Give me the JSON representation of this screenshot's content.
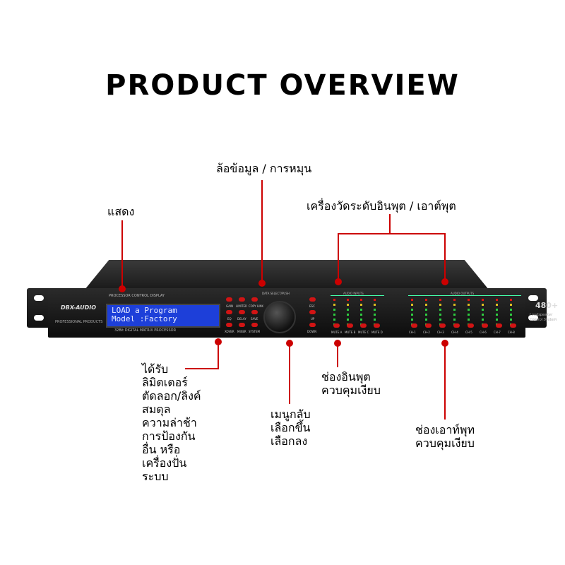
{
  "title": "PRODUCT OVERVIEW",
  "labels": {
    "display": "แสดง",
    "data_wheel": "ล้อข้อมูล / การหมุน",
    "meters": "เครื่องวัดระดับอินพุต / เอาต์พุต",
    "functions": "ได้รับ\nลิมิตเตอร์\nตัดลอก/ลิงค์\nสมดุล\nความล่าช้า\nการป้องกัน\nอื่น หรือ\nเครื่องปั่น\nระบบ",
    "menu": "เมนูกลับ\nเลือกขึ้น\nเลือกลง",
    "input_mute": "ช่องอินพุต\nควบคุมเงียบ",
    "output_mute": "ช่องเอาท์พุท\nควบคุมเงียบ"
  },
  "device": {
    "brand": "DBX-AUDIO",
    "brand_sub": "PROFESSIONAL PRODUCTS",
    "panel_title": "PROCESSOR CONTROL DISPLAY",
    "lcd_line1": "LOAD a Program",
    "lcd_line2": "Model :Factory",
    "subtitle": "32Bit DIGITAL MATRIX PROCESSOR",
    "knob_label": "DATA SELECT/PUSH",
    "inputs_label": "AUDIO INPUTS",
    "outputs_label": "AUDIO OUTPUTS",
    "model": "480+",
    "model_sub": "Loudspeaker\nControl System",
    "buttons": [
      "GAIN",
      "LIMITER",
      "COPY LINK",
      "EQ",
      "DELAY",
      "SAVE",
      "XOVER",
      "MIXER",
      "SYSTEM"
    ],
    "nav_buttons": [
      "ESC",
      "UP",
      "DOWN"
    ],
    "input_mutes": [
      "MUTE A",
      "MUTE B",
      "MUTE C",
      "MUTE D"
    ],
    "output_mutes": [
      "CH-1",
      "CH-2",
      "CH-3",
      "CH-4",
      "CH-5",
      "CH-6",
      "CH-7",
      "CH-8"
    ]
  },
  "colors": {
    "accent": "#cc0000",
    "lcd": "#1d3fd9"
  }
}
